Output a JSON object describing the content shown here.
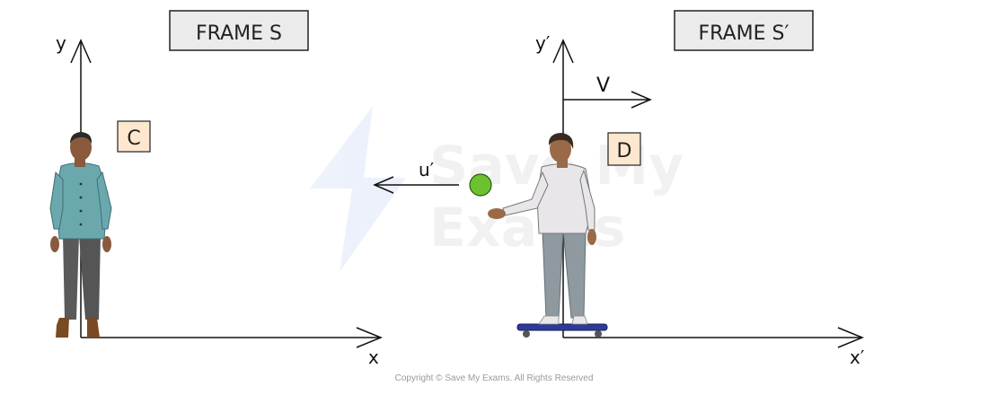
{
  "frames": {
    "left": {
      "title": "FRAME S",
      "x_label": "x",
      "y_label": "y"
    },
    "right": {
      "title": "FRAME S′",
      "x_label": "x′",
      "y_label": "y′"
    }
  },
  "observers": {
    "left": {
      "label": "C",
      "label_bg": "#fde8cf"
    },
    "right": {
      "label": "D",
      "label_bg": "#fde8cf"
    }
  },
  "velocity_label": "V",
  "ball": {
    "velocity_label": "u′",
    "color": "#6cc22e"
  },
  "skateboard_color": "#2f3a98",
  "watermark": {
    "line1": "Save My",
    "line2": "Exams"
  },
  "copyright": "Copyright © Save My Exams. All Rights Reserved"
}
